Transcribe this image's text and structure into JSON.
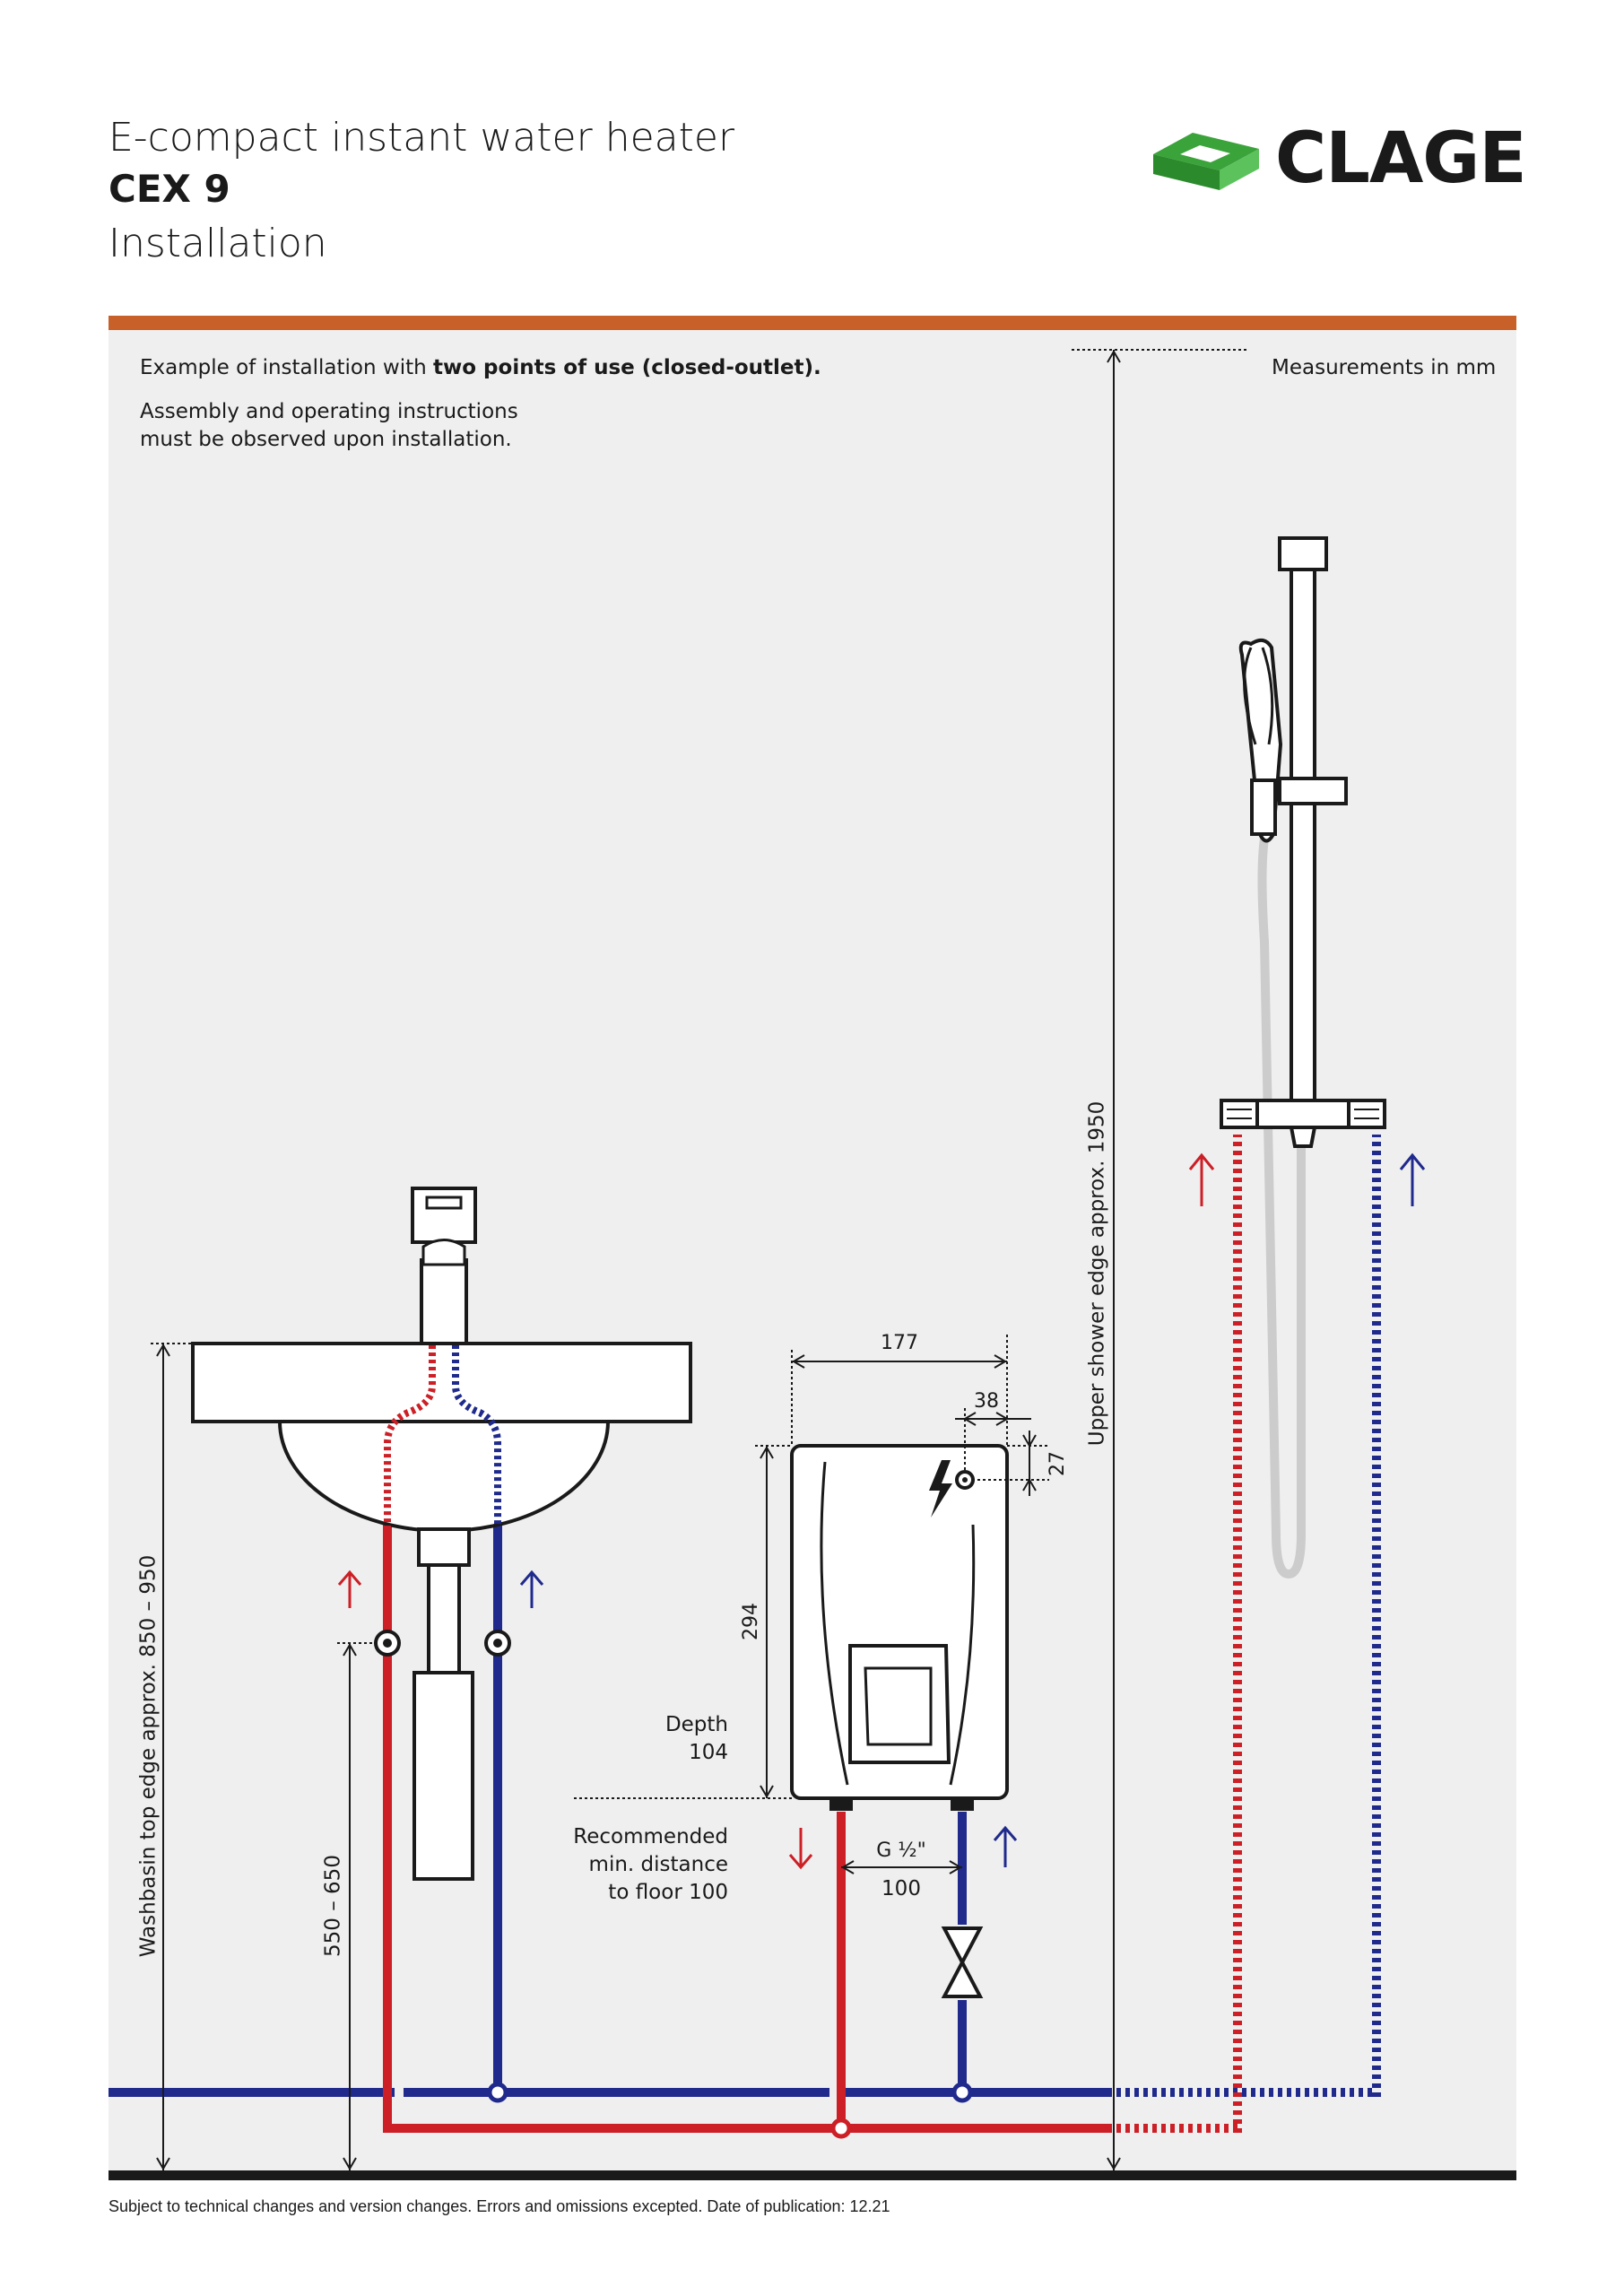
{
  "header": {
    "title": "E-compact instant water heater",
    "model": "CEX 9",
    "subtitle": "Installation"
  },
  "logo": {
    "text": "CLAGE",
    "icon": "clage-logo-icon",
    "color": "#3aa33a"
  },
  "notes": {
    "example_prefix": "Example of installation with ",
    "example_bold": "two points of use (closed-outlet).",
    "assembly_line1": "Assembly and operating instructions",
    "assembly_line2": "must be observed upon installation.",
    "units": "Measurements in mm"
  },
  "dimensions": {
    "width": "177",
    "offset_x": "38",
    "offset_y": "27",
    "height": "294",
    "depth_label": "Depth",
    "depth_value": "104",
    "thread": "G ½\"",
    "pipe_spacing": "100",
    "floor_line1": "Recommended",
    "floor_line2": "min. distance",
    "floor_line3": "to floor 100",
    "washbasin": "Washbasin top edge approx. 850 – 950",
    "connection_height": "550 – 650",
    "shower": "Upper shower edge approx. 1950"
  },
  "colors": {
    "hot": "#cc1f26",
    "cold": "#1f2a8c",
    "accent": "#c8602a",
    "panel": "#efefef"
  },
  "footer": "Subject to technical changes and version changes. Errors and omissions excepted. Date of publication: 12.21"
}
